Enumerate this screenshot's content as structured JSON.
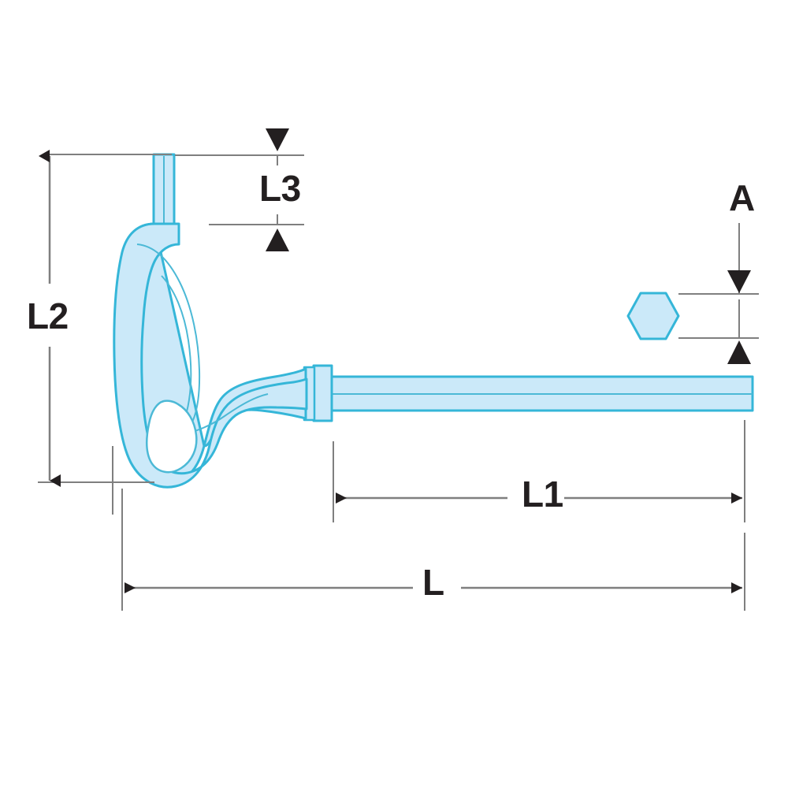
{
  "drawing": {
    "title": "T-handle hex key dimensional drawing",
    "background_color": "#ffffff",
    "tool_fill_color": "#cbe9f9",
    "tool_stroke_color": "#35b6d8",
    "tool_inner_line_color": "#4cb9d6",
    "dimension_color": "#231f20",
    "extension_line_color": "#7f7f7f",
    "parts": [
      {
        "name": "handle-body",
        "label": "T-shaped grip handle"
      },
      {
        "name": "handle-cutout",
        "label": "Teardrop hanging hole"
      },
      {
        "name": "short-arm",
        "label": "Short vertical hex arm"
      },
      {
        "name": "collar",
        "label": "Shaft collar ferrule"
      },
      {
        "name": "long-shaft",
        "label": "Long hex shaft"
      },
      {
        "name": "hex-section",
        "label": "Hexagonal cross section"
      }
    ]
  },
  "dimensions": {
    "L": {
      "label": "L",
      "description": "Overall length from handle end to shaft tip",
      "orientation": "horizontal",
      "arrow_style": "inward"
    },
    "L1": {
      "label": "L1",
      "description": "Shaft length from collar to shaft tip",
      "orientation": "horizontal",
      "arrow_style": "inward"
    },
    "L2": {
      "label": "L2",
      "description": "Overall height from short arm top to handle bottom",
      "orientation": "vertical",
      "arrow_style": "inward"
    },
    "L3": {
      "label": "L3",
      "description": "Length of the short vertical hex arm",
      "orientation": "vertical",
      "arrow_style": "outward"
    },
    "A": {
      "label": "A",
      "description": "Hexagon across-flats size",
      "orientation": "vertical",
      "arrow_style": "outward"
    }
  }
}
